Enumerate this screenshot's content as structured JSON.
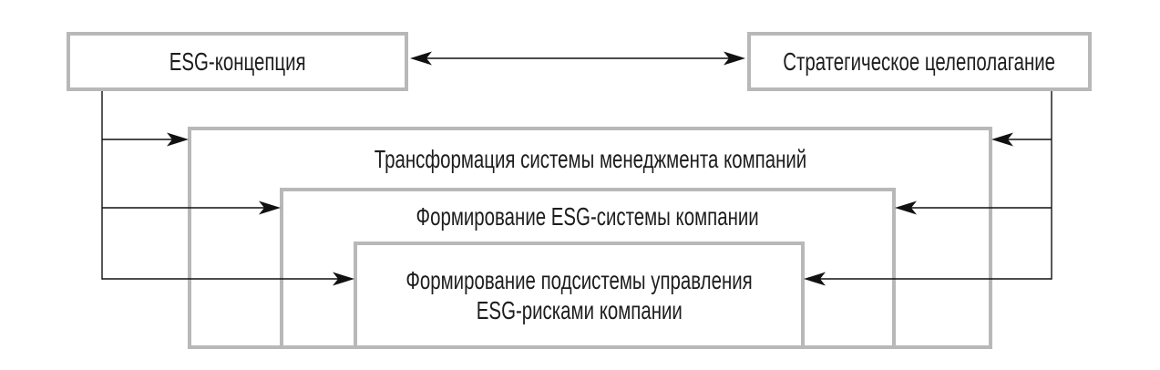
{
  "colors": {
    "background": "#ffffff",
    "box_border": "#b8b8b8",
    "arrow": "#111111",
    "text": "#1d1d1d"
  },
  "boxes": {
    "esg_concept": {
      "label": "ESG-концепция"
    },
    "strategic_goals": {
      "label": "Стратегическое целеполагание"
    },
    "transformation": {
      "label": "Трансформация системы менеджмента компаний"
    },
    "esg_system": {
      "label": "Формирование ESG-системы компании"
    },
    "esg_risk_subsystem": {
      "label_line1": "Формирование подсистемы управления",
      "label_line2": "ESG-рисками компании"
    }
  },
  "edges": [
    {
      "from": "esg_concept",
      "to": "strategic_goals",
      "direction": "bidirectional"
    },
    {
      "from": "esg_concept",
      "to": "transformation",
      "direction": "forward"
    },
    {
      "from": "esg_concept",
      "to": "esg_system",
      "direction": "forward"
    },
    {
      "from": "esg_concept",
      "to": "esg_risk_subsystem",
      "direction": "forward"
    },
    {
      "from": "strategic_goals",
      "to": "transformation",
      "direction": "forward"
    },
    {
      "from": "strategic_goals",
      "to": "esg_system",
      "direction": "forward"
    },
    {
      "from": "strategic_goals",
      "to": "esg_risk_subsystem",
      "direction": "forward"
    }
  ]
}
